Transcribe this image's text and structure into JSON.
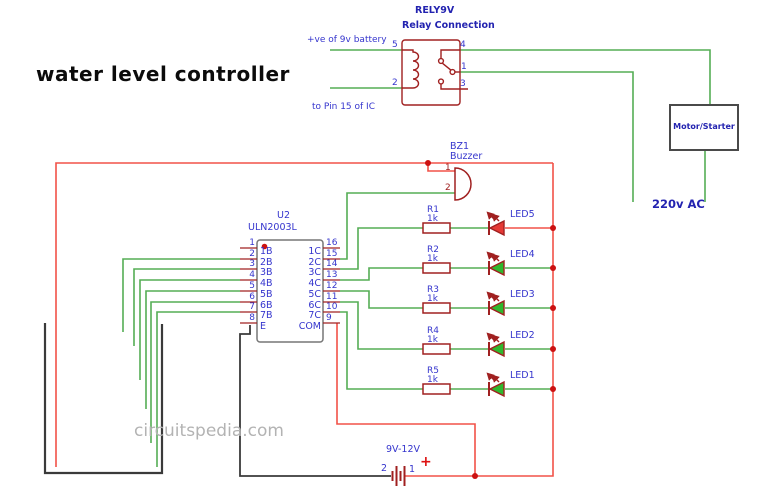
{
  "title": "water level controller",
  "watermark": "circuitspedia.com",
  "relay": {
    "ref": "RELY9V",
    "name": "Relay Connection",
    "pin5": "5",
    "pin4": "4",
    "pin2": "2",
    "pin3": "3",
    "pin1": "1",
    "battery_note": "+ve of 9v battery",
    "ic_note": "to Pin 15 of IC"
  },
  "motor": {
    "label": "Motor/Starter",
    "supply": "220v AC"
  },
  "buzzer": {
    "ref": "BZ1",
    "name": "Buzzer",
    "pin1": "1",
    "pin2": "2"
  },
  "ic": {
    "ref": "U2",
    "part": "ULN2003L",
    "left_numbers": [
      "1",
      "2",
      "3",
      "4",
      "5",
      "6",
      "7",
      "8"
    ],
    "left_labels": [
      "1B",
      "2B",
      "3B",
      "4B",
      "5B",
      "6B",
      "7B",
      "E"
    ],
    "right_numbers": [
      "16",
      "15",
      "14",
      "13",
      "12",
      "11",
      "10",
      "9"
    ],
    "right_labels": [
      "1C",
      "2C",
      "3C",
      "4C",
      "5C",
      "6C",
      "7C",
      "COM"
    ]
  },
  "outputs": [
    {
      "resistor": "R1",
      "value": "1k",
      "led": "LED5",
      "led_color": "#e53935"
    },
    {
      "resistor": "R2",
      "value": "1k",
      "led": "LED4",
      "led_color": "#2eb82e"
    },
    {
      "resistor": "R3",
      "value": "1k",
      "led": "LED3",
      "led_color": "#2eb82e"
    },
    {
      "resistor": "R4",
      "value": "1k",
      "led": "LED2",
      "led_color": "#2eb82e"
    },
    {
      "resistor": "R5",
      "value": "1k",
      "led": "LED1",
      "led_color": "#2eb82e"
    }
  ],
  "battery": {
    "label": "9V-12V",
    "pin2": "2",
    "pin1": "1",
    "plus": "+"
  },
  "colors": {
    "wire_green": "#55ad55",
    "wire_red": "#f25248",
    "wire_black": "#3a3a3a",
    "component_outline": "#a02020",
    "junction_dot": "#cc1111",
    "label_blue": "#3535cd",
    "header_blue": "#2323b0",
    "ic_outline": "#777777",
    "motor_outline": "#4a4a4a"
  }
}
